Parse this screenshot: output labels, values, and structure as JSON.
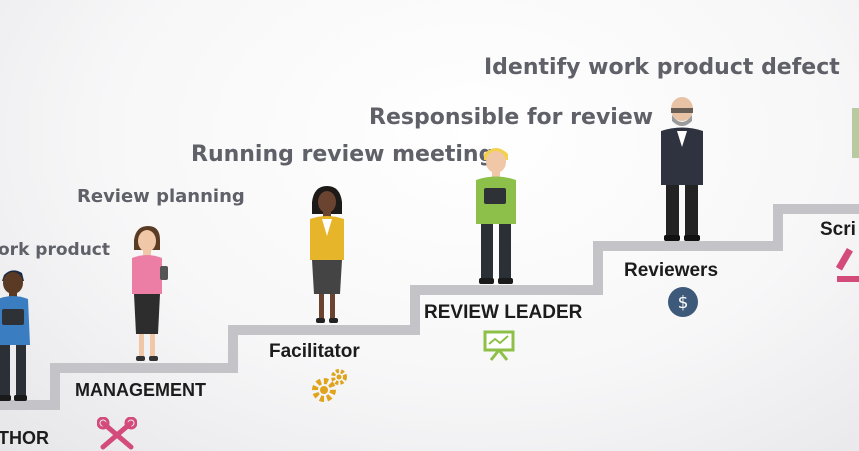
{
  "roles": [
    {
      "label": "THOR",
      "responsibility": "ork product"
    },
    {
      "label": "MANAGEMENT",
      "responsibility": "Review planning"
    },
    {
      "label": "Facilitator",
      "responsibility": "Running review meeting"
    },
    {
      "label": "REVIEW LEADER",
      "responsibility": "Responsible for review"
    },
    {
      "label": "Reviewers",
      "responsibility": "Identify work product defect"
    },
    {
      "label": "Scri",
      "responsibility": ""
    }
  ],
  "icons": {
    "author": "wrench-cross-icon",
    "management": "gears-icon",
    "review_leader": "presentation-board-icon",
    "reviewers": "dollar-coin-icon",
    "scribe": "pen-icon"
  },
  "colors": {
    "stair": "#c4c4c8",
    "text_responsibility": "#5f6068",
    "text_role": "#1c1c1c",
    "wrench": "#d34b7a",
    "gears": "#e0a31c",
    "board": "#8ec048",
    "coin": "#3d5a7a"
  }
}
